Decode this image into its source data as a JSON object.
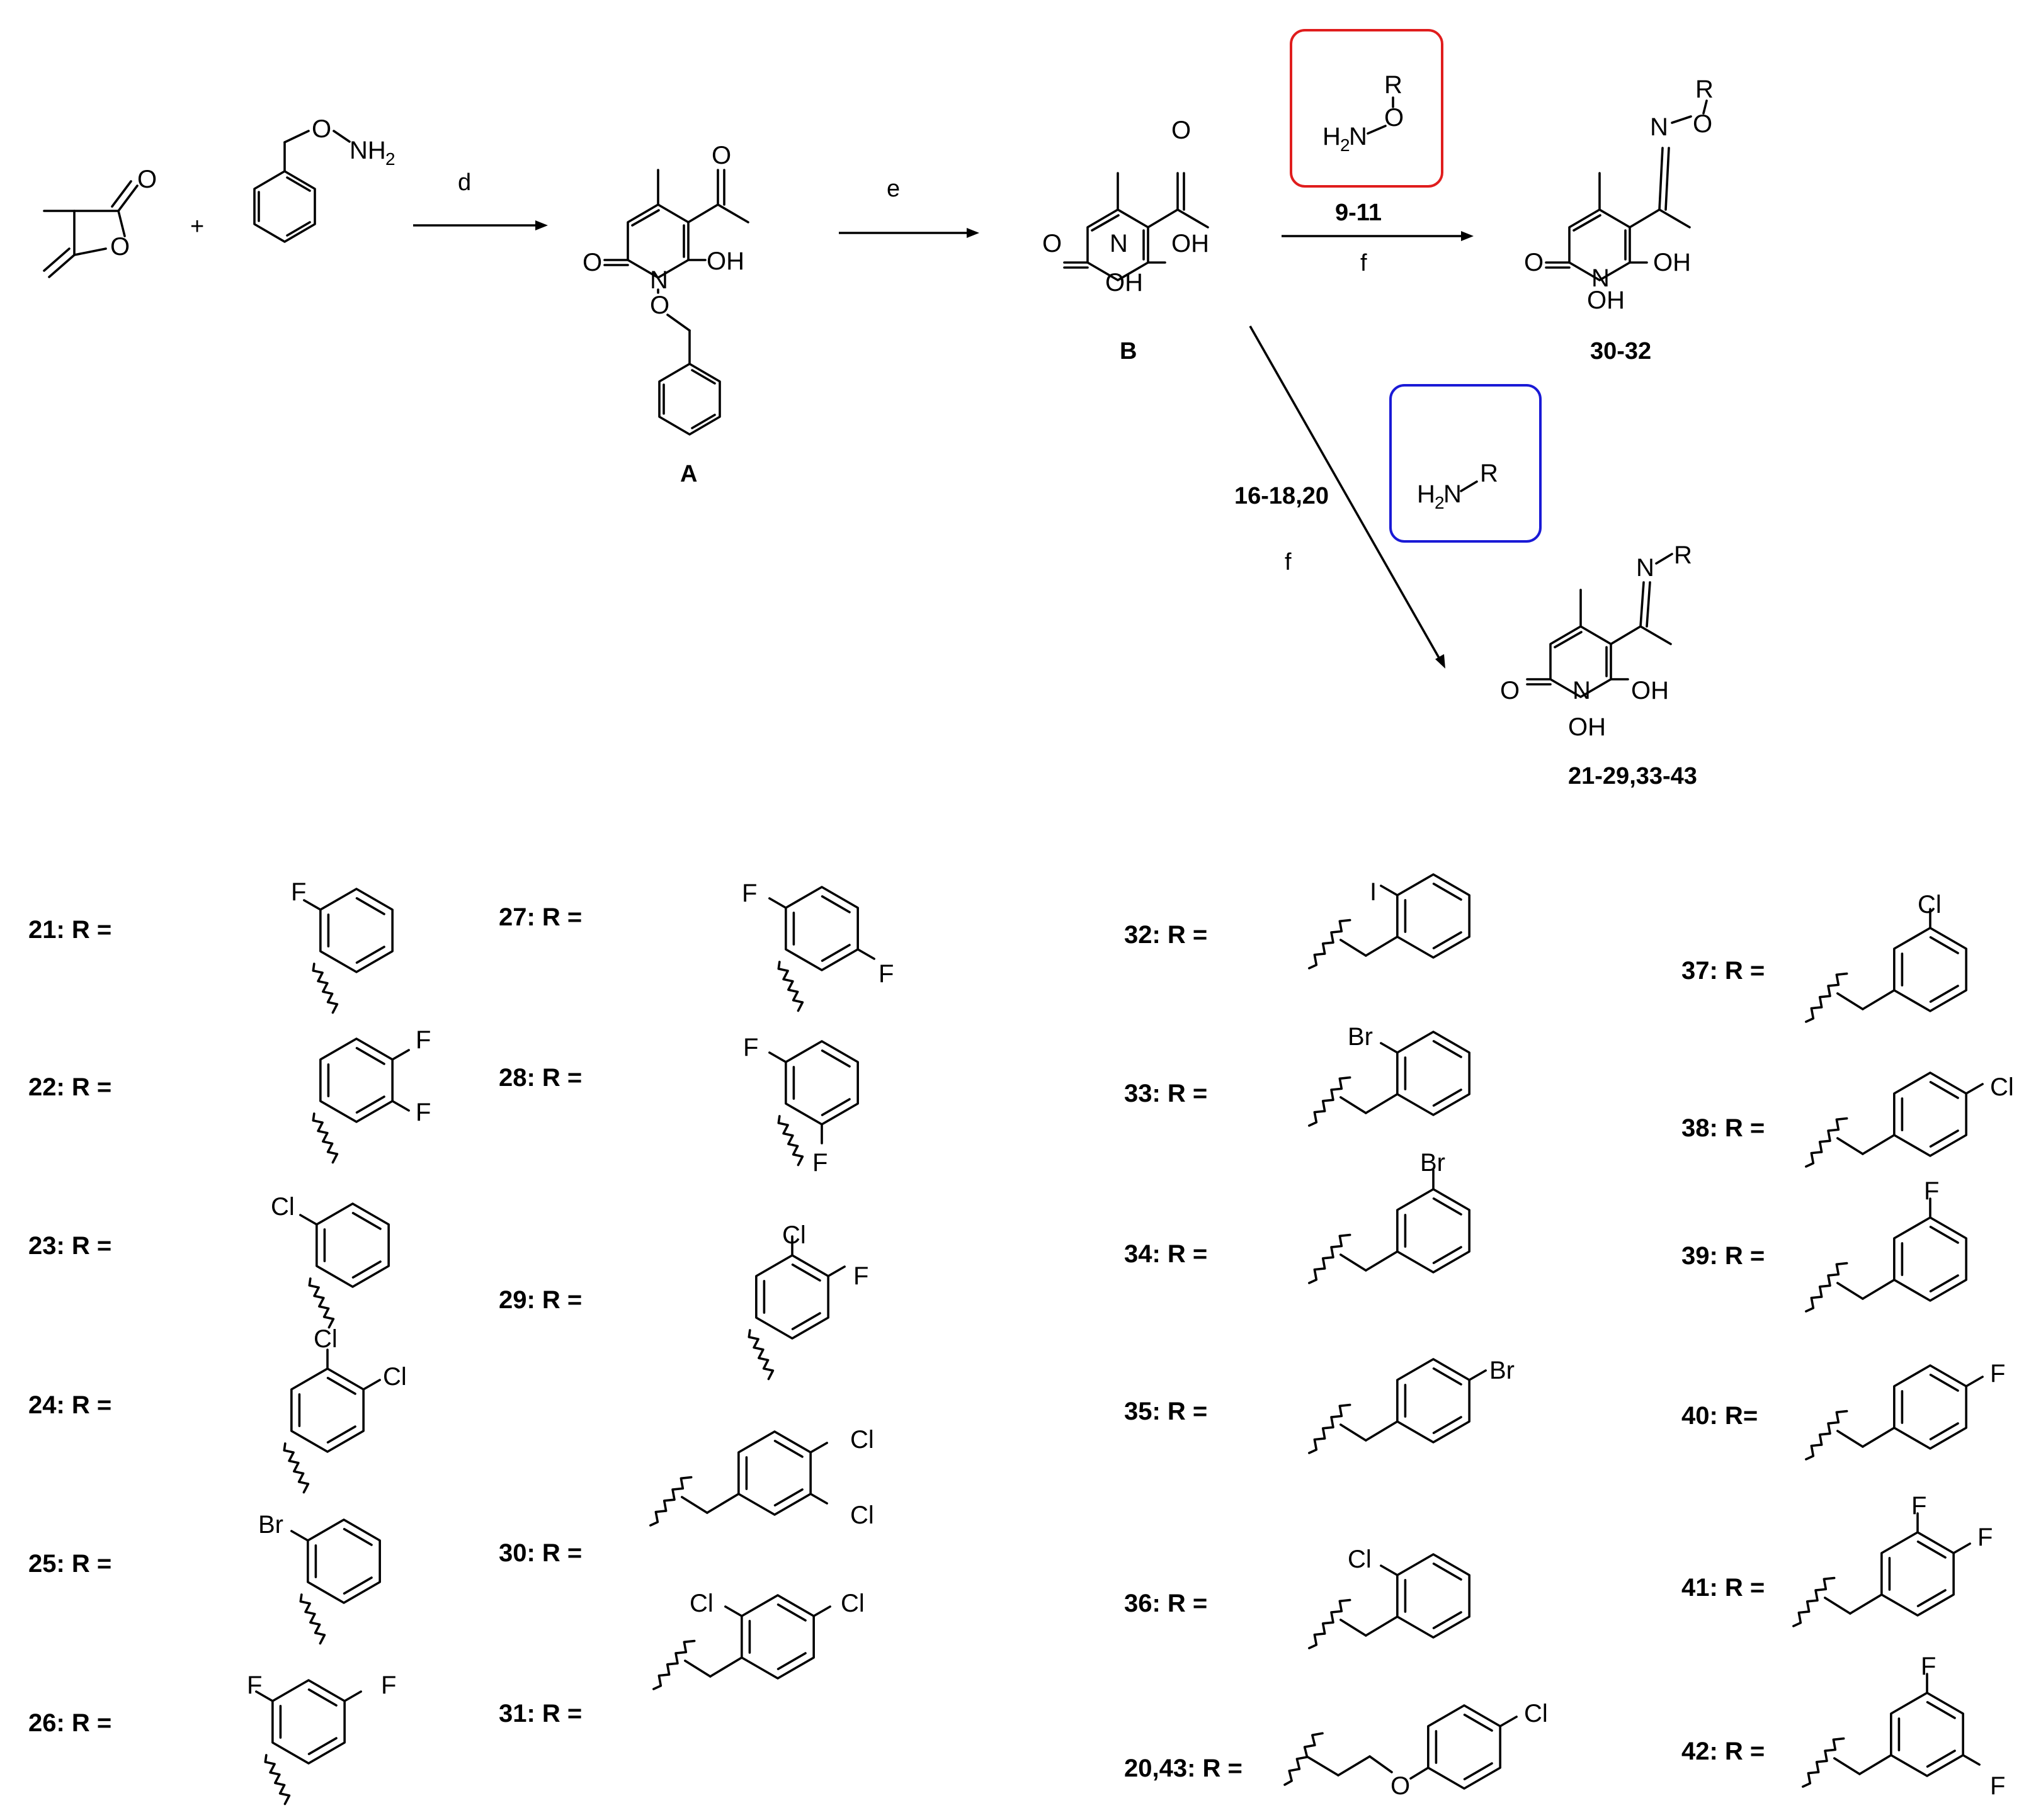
{
  "atoms": {
    "O": "O",
    "N": "N",
    "OH": "OH",
    "H": "H",
    "R": "R",
    "F": "F",
    "Cl": "Cl",
    "Br": "Br",
    "I": "I",
    "NH": "NH",
    "two": "2"
  },
  "reagents": {
    "plus": "+",
    "step_d": "d",
    "step_e": "e",
    "step_f_top": "f",
    "step_f_bottom": "f",
    "alkoxyamine_range": "9-11",
    "amine_range": "16-18,20"
  },
  "compounds": {
    "A": "A",
    "B": "B",
    "oxime_products": "30-32",
    "imine_products": "21-29,33-43"
  },
  "box_colors": {
    "alkoxyamine": "#e01d1d",
    "amine": "#1a1ad6"
  },
  "r_groups": [
    {
      "label": "21: R ="
    },
    {
      "label": "22: R ="
    },
    {
      "label": "23: R ="
    },
    {
      "label": "24: R ="
    },
    {
      "label": "25: R ="
    },
    {
      "label": "26: R ="
    },
    {
      "label": "27: R ="
    },
    {
      "label": "28: R ="
    },
    {
      "label": "29: R ="
    },
    {
      "label": "30: R ="
    },
    {
      "label": "31: R ="
    },
    {
      "label": "32: R ="
    },
    {
      "label": "33: R ="
    },
    {
      "label": "34: R ="
    },
    {
      "label": "35: R ="
    },
    {
      "label": "36: R ="
    },
    {
      "label": "20,43: R ="
    },
    {
      "label": "37: R ="
    },
    {
      "label": "38: R ="
    },
    {
      "label": "39: R ="
    },
    {
      "label": "40: R="
    },
    {
      "label": "41: R ="
    },
    {
      "label": "42: R ="
    }
  ]
}
